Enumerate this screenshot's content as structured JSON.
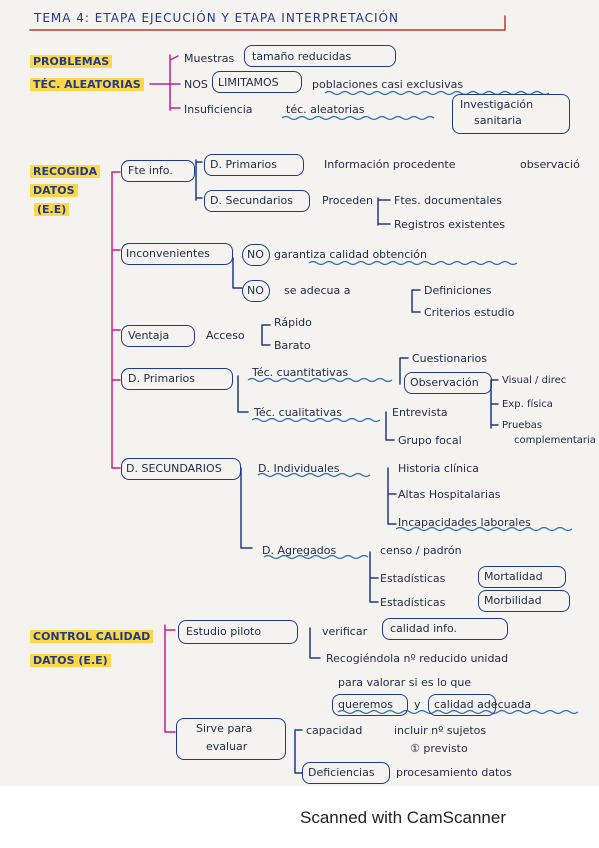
{
  "title": "TEMA 4: ETAPA EJECUCIÓN Y ETAPA INTERPRETACIÓN",
  "problemas": {
    "label1": "PROBLEMAS",
    "label2": "TÉC. ALEATORIAS",
    "muestras": "Muestras",
    "tamano": "tamaño reducidas",
    "nos": "NOS",
    "limitamos": "LIMITAMOS",
    "poblaciones": "poblaciones casi exclusivas",
    "insuficiencia": "Insuficiencia",
    "tec_aleatorias": "téc. aleatorias",
    "investigacion_1": "Investigación",
    "investigacion_2": "sanitaria"
  },
  "recogida": {
    "label1": "RECOGIDA",
    "label2": "DATOS",
    "label3": "(E.E)",
    "fte_info": "Fte info.",
    "d_primarios": "D. Primarios",
    "informacion": "Información procedente",
    "observacion": "observació",
    "d_secundarios": "D. Secundarios",
    "proceden": "Proceden",
    "ftes_doc": "Ftes. documentales",
    "registros": "Registros existentes",
    "inconvenientes": "Inconvenientes",
    "no1": "NO",
    "garantiza": "garantiza calidad obtención",
    "no2": "NO",
    "se_adecua": "se adecua a",
    "definiciones": "Definiciones",
    "criterios": "Criterios estudio",
    "ventaja": "Ventaja",
    "acceso": "Acceso",
    "rapido": "Rápido",
    "barato": "Barato",
    "d_primarios2": "D. Primarios",
    "tec_cuant": "Téc. cuantitativas",
    "cuestionarios": "Cuestionarios",
    "observacion2": "Observación",
    "visual": "Visual / direc",
    "exp_fisica": "Exp. física",
    "pruebas": "Pruebas",
    "complementarias": "complementaria",
    "tec_cual": "Téc. cualitativas",
    "entrevista": "Entrevista",
    "grupo_focal": "Grupo focal",
    "d_secundarios2": "D. SECUNDARIOS",
    "d_individuales": "D. Individuales",
    "historia": "Historia clínica",
    "altas": "Altas Hospitalarias",
    "incapacidades": "Incapacidades laborales",
    "d_agregados": "D. Agregados",
    "censo": "censo / padrón",
    "estadisticas1": "Estadísticas",
    "mortalidad": "Mortalidad",
    "estadisticas2": "Estadísticas",
    "morbilidad": "Morbilidad"
  },
  "control": {
    "label1": "CONTROL CALIDAD",
    "label2": "DATOS (E.E)",
    "estudio_piloto": "Estudio piloto",
    "verificar": "verificar",
    "calidad_info": "calidad info.",
    "recogiendola": "Recogiéndola nº reducido unidad",
    "para_valorar": "para valorar si es lo que",
    "queremos": "queremos",
    "y": "y",
    "calidad_adecuada": "calidad adecuada",
    "sirve1": "Sirve para",
    "sirve2": "evaluar",
    "capacidad": "capacidad",
    "incluir": "incluir nº sujetos",
    "previsto": "① previsto",
    "deficiencias": "Deficiencias",
    "procesamiento": "procesamiento datos"
  },
  "footer": "Scanned with CamScanner"
}
